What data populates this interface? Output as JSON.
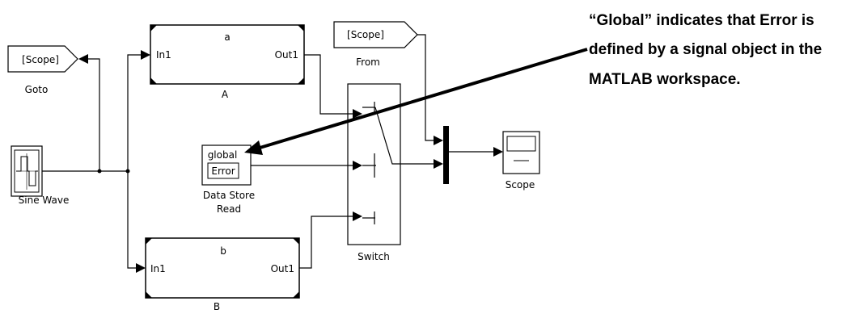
{
  "diagram": {
    "blocks": {
      "goto": {
        "tag": "[Scope]",
        "name": "Goto"
      },
      "from": {
        "tag": "[Scope]",
        "name": "From"
      },
      "sine": {
        "name": "Sine Wave"
      },
      "subsystem_a": {
        "title": "a",
        "in_port": "In1",
        "out_port": "Out1",
        "name": "A"
      },
      "subsystem_b": {
        "title": "b",
        "in_port": "In1",
        "out_port": "Out1",
        "name": "B"
      },
      "data_store_read": {
        "line1": "global",
        "line2": "Error",
        "name_line1": "Data Store",
        "name_line2": "Read"
      },
      "switch": {
        "name": "Switch"
      },
      "scope": {
        "name": "Scope"
      }
    },
    "annotation": {
      "line1": "“Global” indicates that Error is",
      "line2": "defined by a signal object in the",
      "line3": "MATLAB workspace."
    }
  }
}
